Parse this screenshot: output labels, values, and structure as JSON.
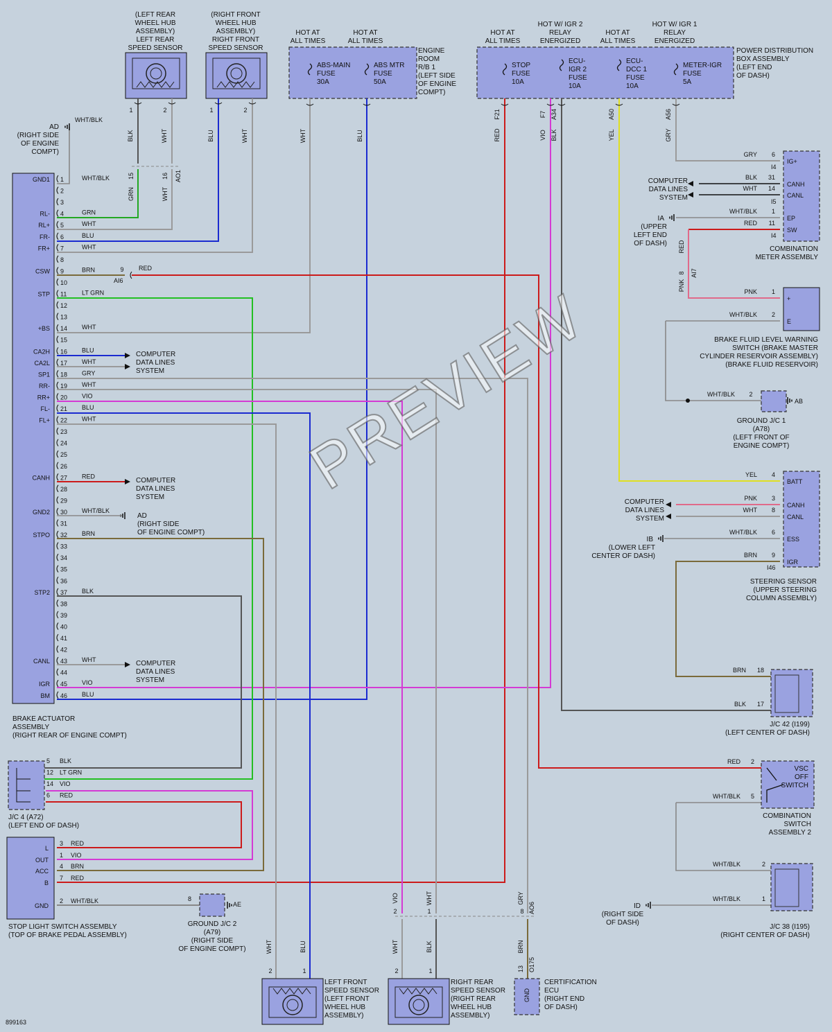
{
  "watermark": "PREVIEW",
  "figure_id": "899163",
  "top_labels": {
    "lr_sensor": [
      "(LEFT REAR",
      "WHEEL HUB",
      "ASSEMBLY)",
      "LEFT REAR",
      "SPEED SENSOR"
    ],
    "rf_sensor": [
      "(RIGHT FRONT",
      "WHEEL HUB",
      "ASSEMBLY)",
      "RIGHT FRONT",
      "SPEED SENSOR"
    ],
    "hot1": [
      "HOT AT",
      "ALL TIMES"
    ],
    "hot2": [
      "HOT AT",
      "ALL TIMES"
    ],
    "hot3": [
      "HOT AT",
      "ALL TIMES"
    ],
    "hot_igr2": [
      "HOT W/ IGR 2",
      "RELAY",
      "ENERGIZED"
    ],
    "hot4": [
      "HOT AT",
      "ALL TIMES"
    ],
    "hot_igr1": [
      "HOT W/ IGR 1",
      "RELAY",
      "ENERGIZED"
    ],
    "engine_rb": [
      "ENGINE",
      "ROOM",
      "R/B 1",
      "(LEFT SIDE",
      "OF ENGINE",
      "COMPT)"
    ],
    "pdb": [
      "POWER DISTRIBUTION",
      "BOX ASSEMBLY",
      "(LEFT END",
      "OF DASH)"
    ]
  },
  "fuses": {
    "abs_main": [
      "ABS-MAIN",
      "FUSE",
      "30A"
    ],
    "abs_mtr": [
      "ABS MTR",
      "FUSE",
      "50A"
    ],
    "stop": [
      "STOP",
      "FUSE",
      "10A"
    ],
    "ecu_igr2": [
      "ECU-",
      "IGR 2",
      "FUSE",
      "10A"
    ],
    "ecu_dcc1": [
      "ECU-",
      "DCC 1",
      "FUSE",
      "10A"
    ],
    "meter_igr": [
      "METER-IGR",
      "FUSE",
      "5A"
    ]
  },
  "pdb_pins": [
    "F21",
    "F7",
    "A34",
    "A50",
    "A56"
  ],
  "pdb_pin_colors": [
    "RED",
    "VIO",
    "BLK",
    "YEL",
    "GRY"
  ],
  "sensor_top_pins": [
    "1",
    "2",
    "1",
    "2"
  ],
  "sensor_top_colors": [
    "BLK",
    "WHT",
    "BLU",
    "WHT"
  ],
  "fuse_wire_colors": [
    "WHT",
    "BLU"
  ],
  "ao1": {
    "pins": [
      "15",
      "16"
    ],
    "conn": "AO1",
    "colors": [
      "GRN",
      "WHT"
    ]
  },
  "ad_ground": {
    "color": "WHT/BLK",
    "label": "AD",
    "note": [
      "(RIGHT SIDE",
      "OF ENGINE",
      "COMPT)"
    ]
  },
  "brake_actuator": {
    "pin_labels": [
      [
        "GND1",
        1
      ],
      [
        "RL-",
        4
      ],
      [
        "RL+",
        5
      ],
      [
        "FR-",
        6
      ],
      [
        "FR+",
        7
      ],
      [
        "CSW",
        9
      ],
      [
        "STP",
        11
      ],
      [
        "+BS",
        14
      ],
      [
        "CA2H",
        16
      ],
      [
        "CA2L",
        17
      ],
      [
        "SP1",
        18
      ],
      [
        "RR-",
        19
      ],
      [
        "RR+",
        20
      ],
      [
        "FL-",
        21
      ],
      [
        "FL+",
        22
      ],
      [
        "CANH",
        27
      ],
      [
        "GND2",
        30
      ],
      [
        "STPO",
        32
      ],
      [
        "STP2",
        37
      ],
      [
        "CANL",
        43
      ],
      [
        "IGR",
        45
      ],
      [
        "BM",
        46
      ]
    ],
    "wire_colors": {
      "1": "WHT/BLK",
      "4": "GRN",
      "5": "WHT",
      "6": "BLU",
      "7": "WHT",
      "9": "BRN",
      "11": "LT GRN",
      "14": "WHT",
      "16": "BLU",
      "17": "WHT",
      "18": "GRY",
      "19": "WHT",
      "20": "VIO",
      "21": "BLU",
      "22": "WHT",
      "27": "RED",
      "30": "WHT/BLK",
      "32": "BRN",
      "37": "BLK",
      "43": "WHT",
      "45": "VIO",
      "46": "BLU"
    },
    "title": [
      "BRAKE ACTUATOR",
      "ASSEMBLY",
      "(RIGHT REAR OF ENGINE COMPT)"
    ]
  },
  "ai6": {
    "pin": "9",
    "conn": "AI6",
    "color": "RED"
  },
  "cdl": [
    "COMPUTER",
    "DATA LINES",
    "SYSTEM"
  ],
  "ad2": {
    "label": "AD",
    "note": [
      "(RIGHT SIDE",
      "OF ENGINE COMPT)"
    ]
  },
  "jc4": {
    "pins": [
      [
        "5",
        "BLK"
      ],
      [
        "12",
        "LT GRN"
      ],
      [
        "14",
        "VIO"
      ],
      [
        "6",
        "RED"
      ]
    ],
    "title": [
      "J/C 4 (A72)",
      "(LEFT END OF DASH)"
    ]
  },
  "stop_light": {
    "pins": [
      [
        "L",
        "3",
        "RED"
      ],
      [
        "",
        "1",
        "VIO"
      ],
      [
        "OUT",
        "",
        ""
      ],
      [
        "ACC",
        "4",
        "BRN"
      ],
      [
        "B",
        "7",
        "RED"
      ],
      [
        "GND",
        "2",
        "WHT/BLK"
      ]
    ],
    "title": [
      "STOP LIGHT SWITCH ASSEMBLY",
      "(TOP OF BRAKE PEDAL ASSEMBLY)"
    ]
  },
  "ground_jc2": {
    "pin": "8",
    "label": "AE",
    "title": [
      "GROUND J/C 2",
      "(A79)",
      "(RIGHT SIDE",
      "OF ENGINE COMPT)"
    ]
  },
  "bottom_sensors": {
    "lf": {
      "pins": [
        "2",
        "1"
      ],
      "colors": [
        "WHT",
        "BLU"
      ],
      "title": [
        "LEFT FRONT",
        "SPEED SENSOR",
        "(LEFT FRONT",
        "WHEEL HUB",
        "ASSEMBLY)"
      ]
    },
    "rr": {
      "pins": [
        "2",
        "1"
      ],
      "colors": [
        "WHT",
        "BLK"
      ],
      "title": [
        "RIGHT REAR",
        "SPEED SENSOR",
        "(RIGHT REAR",
        "WHEEL HUB",
        "ASSEMBLY)"
      ]
    },
    "upper_colors": [
      "VIO",
      "WHT"
    ]
  },
  "ao6": {
    "pin": "8",
    "conn": "AO6",
    "color": "GRY"
  },
  "cert_ecu": {
    "pin": "13",
    "conn": "O175",
    "color": "BRN",
    "gnd": "GND",
    "title": [
      "CERTIFICATION",
      "ECU",
      "(RIGHT END",
      "OF DASH)"
    ]
  },
  "comb_meter": {
    "rows": [
      [
        "GRY",
        "6",
        "IG+"
      ],
      [
        "BLK",
        "31",
        "CANH"
      ],
      [
        "WHT",
        "14",
        "CANL"
      ],
      [
        "WHT/BLK",
        "1",
        "EP"
      ],
      [
        "RED",
        "11",
        "SW"
      ]
    ],
    "conns": [
      "I4",
      "I5",
      "I4"
    ],
    "ia": {
      "label": "IA",
      "note": [
        "(UPPER",
        "LEFT END",
        "OF DASH)"
      ]
    },
    "title": [
      "COMBINATION",
      "METER ASSEMBLY"
    ]
  },
  "ai7": {
    "pin": "8",
    "conn": "AI7",
    "colors": [
      "RED",
      "PNK"
    ]
  },
  "brake_fluid": {
    "rows": [
      [
        "PNK",
        "1",
        "+"
      ],
      [
        "WHT/BLK",
        "2",
        "E"
      ]
    ],
    "title": [
      "BRAKE FLUID LEVEL WARNING",
      "SWITCH (BRAKE MASTER",
      "CYLINDER RESERVOIR ASSEMBLY)",
      "(BRAKE FLUID RESERVOIR)"
    ]
  },
  "ground_jc1": {
    "color": "WHT/BLK",
    "pin": "2",
    "label": "AB",
    "title": [
      "GROUND J/C 1",
      "(A78)",
      "(LEFT FRONT OF",
      "ENGINE COMPT)"
    ]
  },
  "steering": {
    "rows": [
      [
        "YEL",
        "4",
        "BATT"
      ],
      [
        "PNK",
        "3",
        "CANH"
      ],
      [
        "WHT",
        "8",
        "CANL"
      ],
      [
        "WHT/BLK",
        "6",
        "ESS"
      ],
      [
        "BRN",
        "9",
        "IGR"
      ]
    ],
    "conn": "I46",
    "ib": {
      "label": "IB",
      "note": [
        "(LOWER LEFT",
        "CENTER OF DASH)"
      ]
    },
    "title": [
      "STEERING SENSOR",
      "(UPPER STEERING",
      "COLUMN ASSEMBLY)"
    ]
  },
  "jc42": {
    "rows": [
      [
        "BRN",
        "18"
      ],
      [
        "BLK",
        "17"
      ]
    ],
    "title": [
      "J/C 42 (I199)",
      "(LEFT CENTER OF DASH)"
    ]
  },
  "vsc": {
    "rows": [
      [
        "RED",
        "2"
      ],
      [
        "WHT/BLK",
        "5"
      ]
    ],
    "label": [
      "VSC",
      "OFF",
      "SWITCH"
    ],
    "title": [
      "COMBINATION",
      "SWITCH",
      "ASSEMBLY 2"
    ]
  },
  "jc38": {
    "rows": [
      [
        "WHT/BLK",
        "2"
      ],
      [
        "WHT/BLK",
        "1"
      ]
    ],
    "id": {
      "label": "ID",
      "note": [
        "(RIGHT SIDE",
        "OF DASH)"
      ]
    },
    "title": [
      "J/C 38 (I195)",
      "(RIGHT CENTER OF DASH)"
    ]
  },
  "colors": {
    "RED": "#cc1a1a",
    "VIO": "#d43ad4",
    "BLK": "#555555",
    "YEL": "#e0e020",
    "GRY": "#9a9a9a",
    "WHT": "#9a9a9a",
    "BLU": "#1a2ad0",
    "GRN": "#22a822",
    "LTGRN": "#22c022",
    "BRN": "#7a6a3a",
    "PNK": "#e06a8a",
    "WHTBLK": "#888888"
  }
}
